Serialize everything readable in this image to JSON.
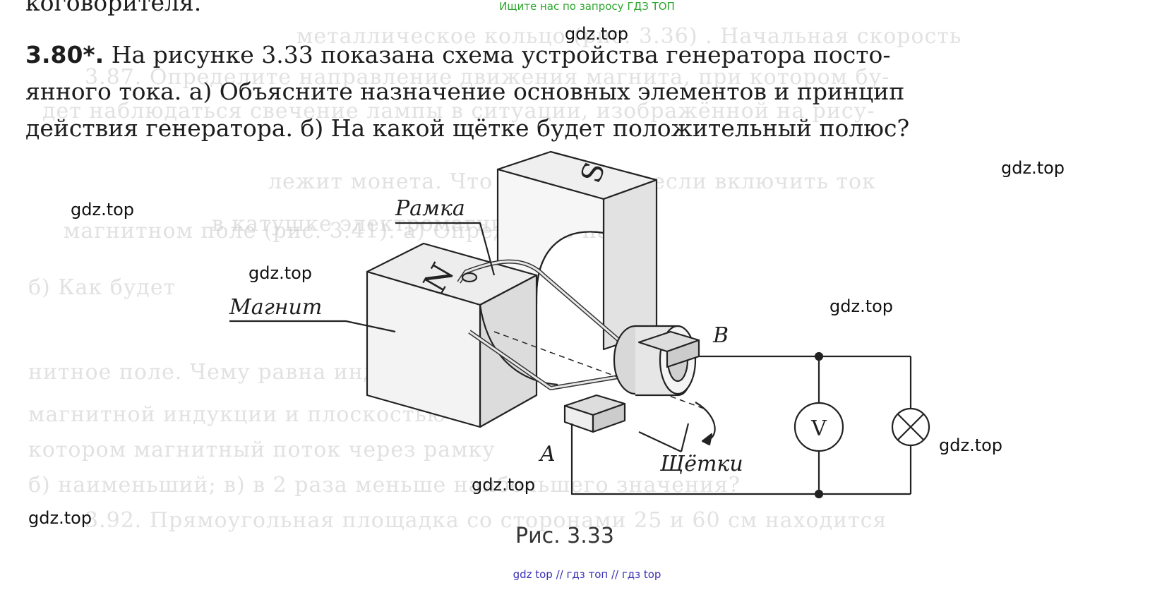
{
  "banner": "Ищите нас по запросу ГДЗ ТОП",
  "problem": {
    "number": "3.80*.",
    "line1": " На рисунке 3.33 показана схема устройства генератора посто-",
    "line2": "янного тока. а) Объясните назначение основных элементов и принцип",
    "line3": "действия генератора. б) На какой щётке будет положительный полюс?"
  },
  "figure": {
    "label_frame": "Рамка",
    "label_magnet": "Магнит",
    "label_brushes": "Щётки",
    "label_a": "A",
    "label_b": "B",
    "label_n": "N",
    "label_s": "S",
    "voltmeter": "V",
    "caption": "Рис. 3.33"
  },
  "watermarks": [
    "gdz.top",
    "gdz.top",
    "gdz.top",
    "gdz.top",
    "gdz.top",
    "gdz.top",
    "gdz.top",
    "gdz.top"
  ],
  "footer": "gdz top  //  гдз топ  //  гдз top"
}
